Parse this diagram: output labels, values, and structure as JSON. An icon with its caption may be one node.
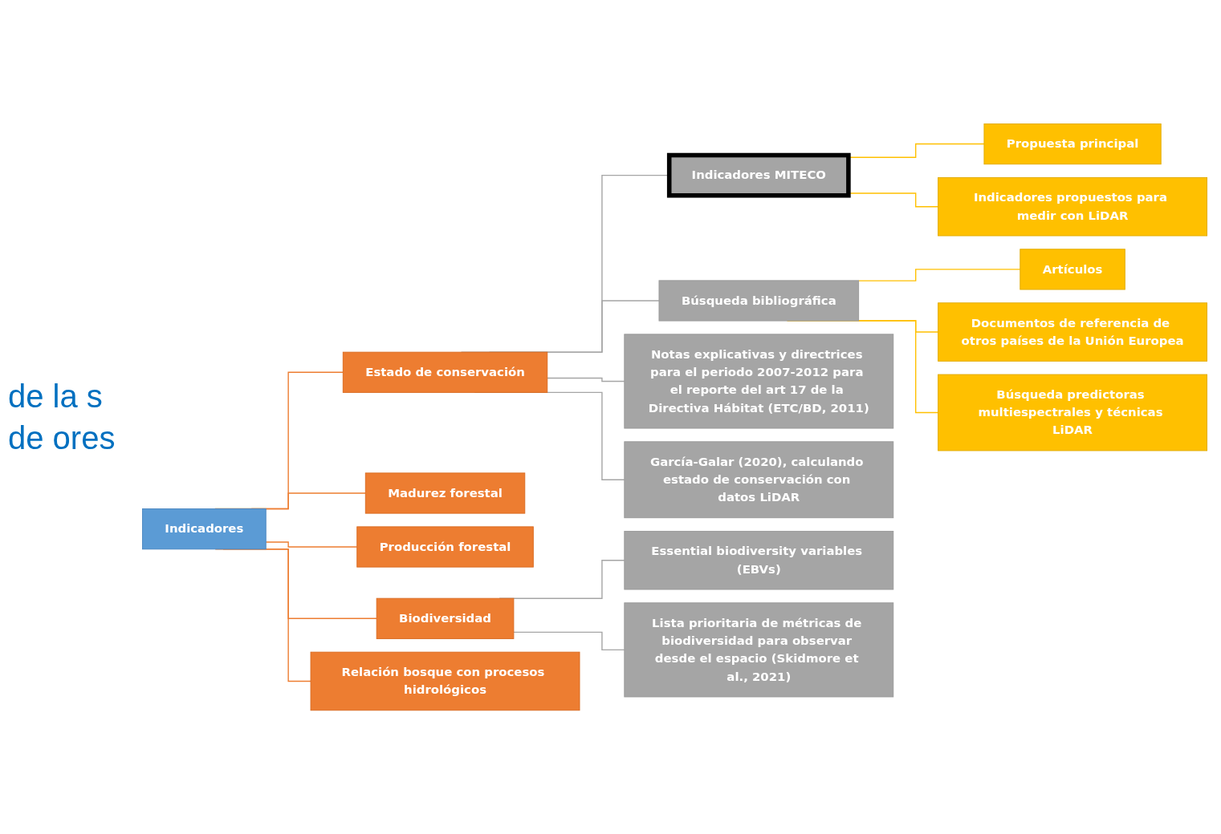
{
  "diagram": {
    "title": "de la s de ores",
    "nodes": [
      {
        "text": [
          "Indicadores"
        ]
      },
      {
        "text": [
          "Estado de conservación"
        ]
      },
      {
        "text": [
          "Madurez forestal"
        ]
      },
      {
        "text": [
          "Producción forestal"
        ]
      },
      {
        "text": [
          "Biodiversidad"
        ]
      },
      {
        "text": [
          "Relación bosque con procesos hidrológicos"
        ]
      },
      {
        "text": [
          "Indicadores MITECO"
        ]
      },
      {
        "text": [
          "Búsqueda bibliográfica"
        ]
      },
      {
        "text": [
          "Notas explicativas y directrices para el periodo 2007-2012 para el reporte del art 17 de la Directiva Hábitat (ETC/BD, 2011)"
        ]
      },
      {
        "text": [
          "García-Galar (2020), calculando estado de conservación con datos LiDAR"
        ]
      },
      {
        "text": [
          "Essential biodiversity variables (EBVs)"
        ]
      },
      {
        "text": [
          "Lista prioritaria de métricas de biodiversidad para observar desde el espacio (Skidmore et al., 2021)"
        ]
      },
      {
        "text": [
          "Propuesta principal"
        ]
      },
      {
        "text": [
          "Indicadores propuestos para medir con LiDAR"
        ]
      },
      {
        "text": [
          "Artículos"
        ]
      },
      {
        "text": [
          "Documentos de referencia de otros países de la Unión Europea"
        ]
      },
      {
        "text": [
          "Búsqueda predictoras multiespectrales y técnicas LiDAR"
        ]
      }
    ],
    "edges": [
      {
        "from": 0,
        "to": 1,
        "arrow": "none",
        "color": "#ed7d31"
      },
      {
        "from": 0,
        "to": 2,
        "arrow": "none",
        "color": "#ed7d31"
      },
      {
        "from": 0,
        "to": 3,
        "arrow": "none",
        "color": "#ed7d31"
      },
      {
        "from": 0,
        "to": 4,
        "arrow": "none",
        "color": "#ed7d31"
      },
      {
        "from": 0,
        "to": 5,
        "arrow": "none",
        "color": "#ed7d31"
      },
      {
        "from": 1,
        "to": 6,
        "arrow": "none",
        "color": "#a5a5a5"
      },
      {
        "from": 1,
        "to": 7,
        "arrow": "none",
        "color": "#a5a5a5"
      },
      {
        "from": 1,
        "to": 8,
        "arrow": "none",
        "color": "#a5a5a5"
      },
      {
        "from": 1,
        "to": 9,
        "arrow": "none",
        "color": "#a5a5a5"
      },
      {
        "from": 4,
        "to": 10,
        "arrow": "none",
        "color": "#a5a5a5"
      },
      {
        "from": 4,
        "to": 11,
        "arrow": "none",
        "color": "#a5a5a5"
      },
      {
        "from": 6,
        "to": 12,
        "arrow": "none",
        "color": "#ffc000"
      },
      {
        "from": 6,
        "to": 13,
        "arrow": "none",
        "color": "#ffc000"
      },
      {
        "from": 7,
        "to": 14,
        "arrow": "none",
        "color": "#ffc000"
      },
      {
        "from": 7,
        "to": 15,
        "arrow": "none",
        "color": "#ffc000"
      },
      {
        "from": 7,
        "to": 16,
        "arrow": "none",
        "color": "#ffc000"
      }
    ]
  }
}
